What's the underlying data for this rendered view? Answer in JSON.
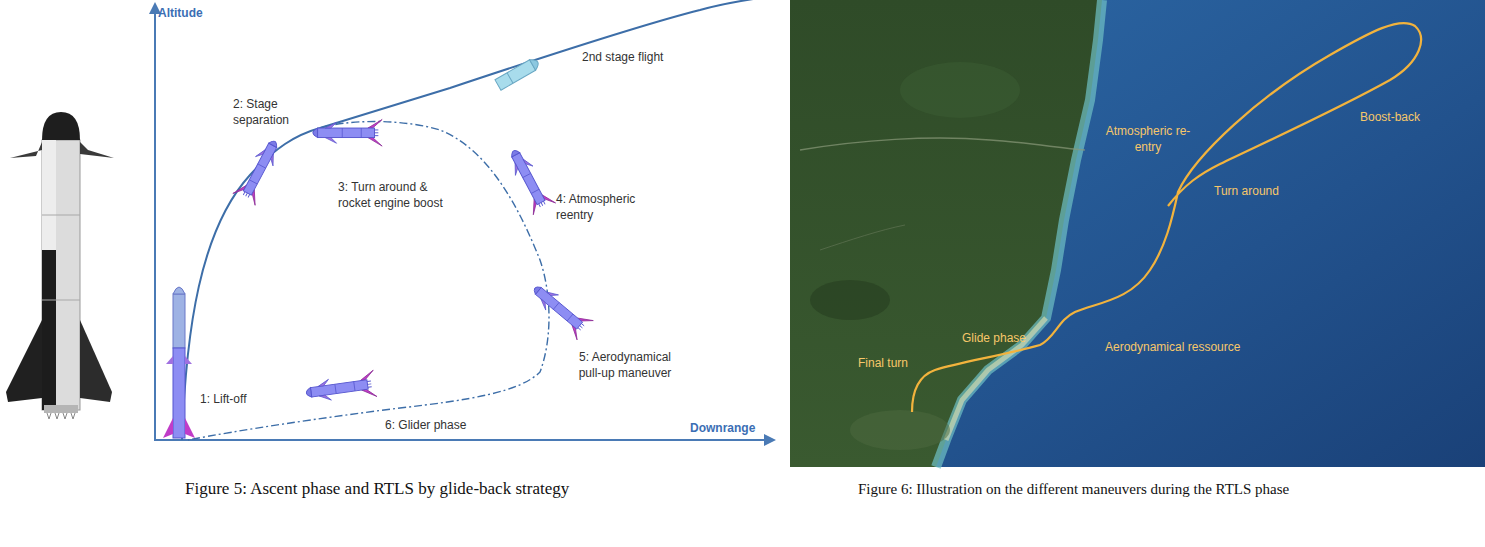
{
  "diagram": {
    "labels": [
      "Altitude",
      "Downrange",
      "2nd stage flight",
      "2: Stage separation",
      "3: Turn around & rocket engine boost",
      "4: Atmospheric reentry",
      "5: Aerodynamical pull-up maneuver",
      "1: Lift-off",
      "6: Glider phase",
      "Figure 5: Ascent phase and RTLS by glide-back strategy",
      "Atmospheric re-entry",
      "Turn around",
      "Boost-back",
      "Aerodynamical ressource",
      "Glide phase",
      "Final turn",
      "Figure 6: Illustration on the different maneuvers during the RTLS phase"
    ]
  }
}
